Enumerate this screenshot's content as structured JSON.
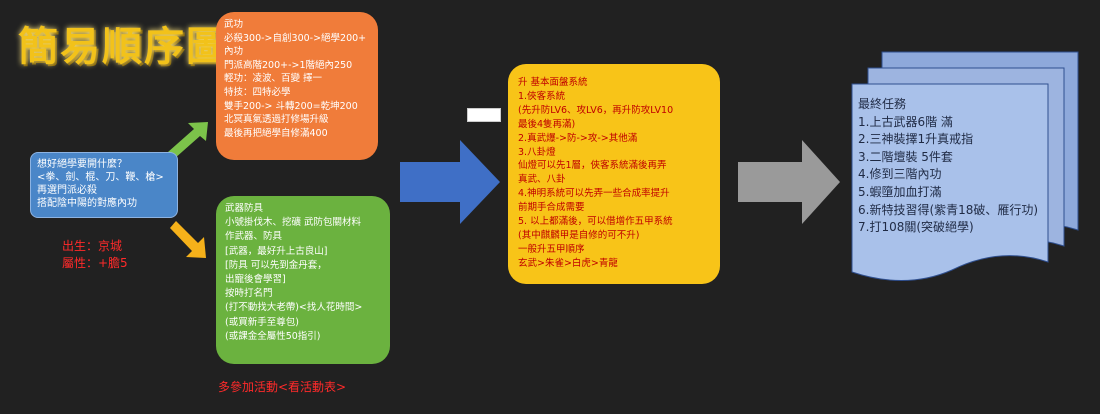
{
  "title": "簡易順序圖",
  "start_box": [
    "想好絕學要開什麼？",
    "<拳、劍、棍、刀、鞭、槍>",
    "再選門派必殺",
    "搭配陰中陽的對應內功"
  ],
  "origin_note": [
    "出生：京城",
    "屬性：+膽5"
  ],
  "wugong_box": [
    "武功",
    "必殺300->自創300->絕學200+",
    "內功",
    "門派高階200+->1階絕內250",
    "輕功：凌波、百變 擇一",
    "特技：四特必學",
    "雙手200-> 斗轉200=乾坤200",
    "北冥真氣透過打修場升級",
    "最後再把絕學自修滿400"
  ],
  "armor_box": [
    "武器防具",
    "小號掛伐木、挖礦 武防包關材料",
    "作武器、防具",
    "[武器，最好升上古良山]",
    "[防具 可以先到金丹套，",
    "出寵後會學習]",
    "按時打名門",
    "(打不動找大老帶)<找人花時間>",
    "(或買新手至尊包)",
    "(或課金全屬性50指引)"
  ],
  "activity_note": "多參加活動<看活動表>",
  "system_box": [
    "升  基本面盤系統",
    "1.俠客系統",
    " (先升防LV6、攻LV6，再升防攻LV10",
    "  最後4隻再滿)",
    "2.真武爆->防->攻->其他滿",
    "3.八卦燈",
    "  仙燈可以先1層，俠客系統滿後再弄",
    "  真武、八卦",
    "4.神明系統可以先弄一些合成率提升",
    "  前期手合成需要",
    "5. 以上都滿後，可以借增作五甲系統",
    " (其中麒麟甲是自修的可不升)",
    "  一般升五甲順序",
    "  玄武>朱雀>白虎>青龍"
  ],
  "final_box": [
    "最終任務",
    "1.上古武器6階 滿",
    "2.三神裝擇1升真戒指",
    "3.二階壇裝 5件套",
    "4.修到三階內功",
    "5.蝦墮加血打滿",
    "6.新特技習得(紫青18破、雁行功)",
    "7.打108關(突破絕學)"
  ],
  "colors": {
    "title": "#f2c21a",
    "start": "#4a86c8",
    "wugong": "#f07c3a",
    "armor": "#6bb23f",
    "system": "#f8c418",
    "final": "#8ea9db",
    "note_red": "#ff2a2a",
    "arrow_blue": "#3f6fc6",
    "arrow_gray": "#9a9a9a",
    "arrow_green": "#7cc34a",
    "arrow_orange": "#f5b11a"
  }
}
